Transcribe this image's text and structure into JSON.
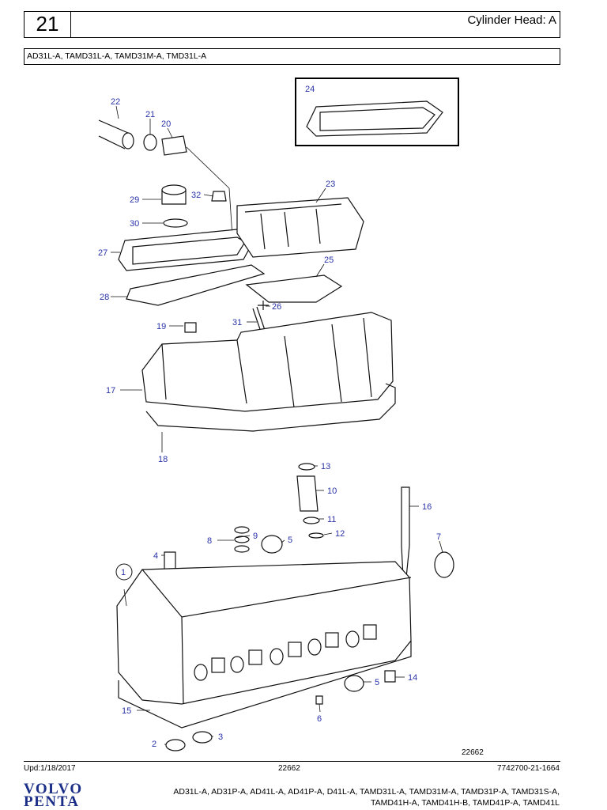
{
  "header": {
    "page_number": "21",
    "title": "Cylinder Head: A",
    "models": "AD31L-A, TAMD31L-A, TAMD31M-A, TMD31L-A"
  },
  "diagram": {
    "ref_number": "22662",
    "part_labels": [
      "1",
      "2",
      "3",
      "4",
      "5",
      "5",
      "6",
      "7",
      "8",
      "9",
      "10",
      "11",
      "12",
      "13",
      "14",
      "15",
      "16",
      "17",
      "18",
      "19",
      "20",
      "21",
      "22",
      "23",
      "24",
      "25",
      "26",
      "27",
      "28",
      "29",
      "30",
      "31",
      "32"
    ]
  },
  "footer": {
    "updated": "Upd:1/18/2017",
    "doc_number": "22662",
    "part_ref": "7742700-21-1664",
    "logo_line1": "VOLVO",
    "logo_line2": "PENTA",
    "models_line1": "AD31L-A, AD31P-A, AD41L-A, AD41P-A, D41L-A, TAMD31L-A, TAMD31M-A, TAMD31P-A, TAMD31S-A,",
    "models_line2": "TAMD41H-A, TAMD41H-B, TAMD41P-A, TAMD41L"
  },
  "colors": {
    "label_blue": "#2a33a8",
    "logo_blue": "#1b2e87"
  }
}
